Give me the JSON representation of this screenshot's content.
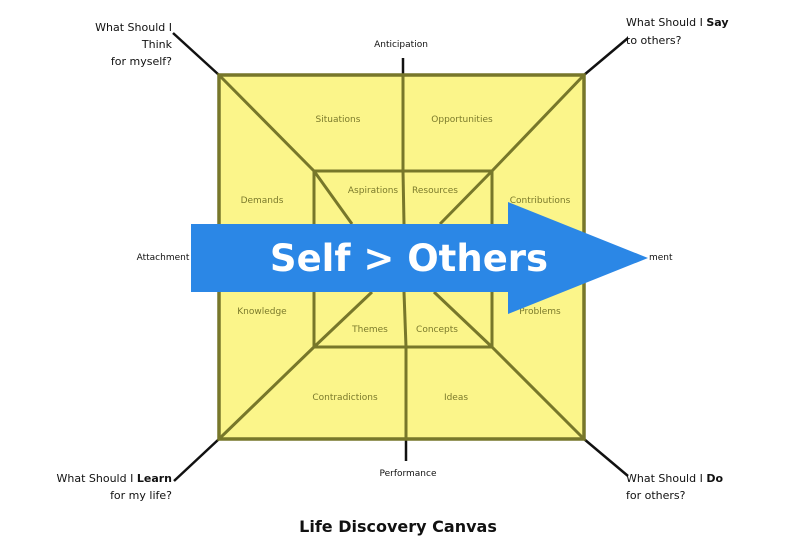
{
  "title": "Life Discovery Canvas",
  "colors": {
    "fill": "#fbf58a",
    "stroke": "#77772a",
    "cell_text": "#7b7a2c",
    "arrow": "#2b87e6"
  },
  "axes": {
    "top": "Anticipation",
    "bottom": "Performance",
    "left": "Attachment",
    "right": "ment"
  },
  "cells": {
    "situations": "Situations",
    "opportunities": "Opportunities",
    "demands": "Demands",
    "contributions": "Contributions",
    "aspirations": "Aspirations",
    "resources": "Resources",
    "knowledge": "Knowledge",
    "problems": "Problems",
    "themes": "Themes",
    "concepts": "Concepts",
    "contradictions": "Contradictions",
    "ideas": "Ideas"
  },
  "corners": {
    "top_left": {
      "line1": "What Should I",
      "bold": "Think",
      "line3": "for myself?"
    },
    "top_right": {
      "prefix": "What Should I ",
      "bold": "Say",
      "line2": "to others?"
    },
    "bottom_left": {
      "prefix": "What Should I ",
      "bold": "Learn",
      "line2": "for my life?"
    },
    "bottom_right": {
      "prefix": "What Should I ",
      "bold": "Do",
      "line2": "for others?"
    }
  },
  "arrow_label": "Self > Others"
}
